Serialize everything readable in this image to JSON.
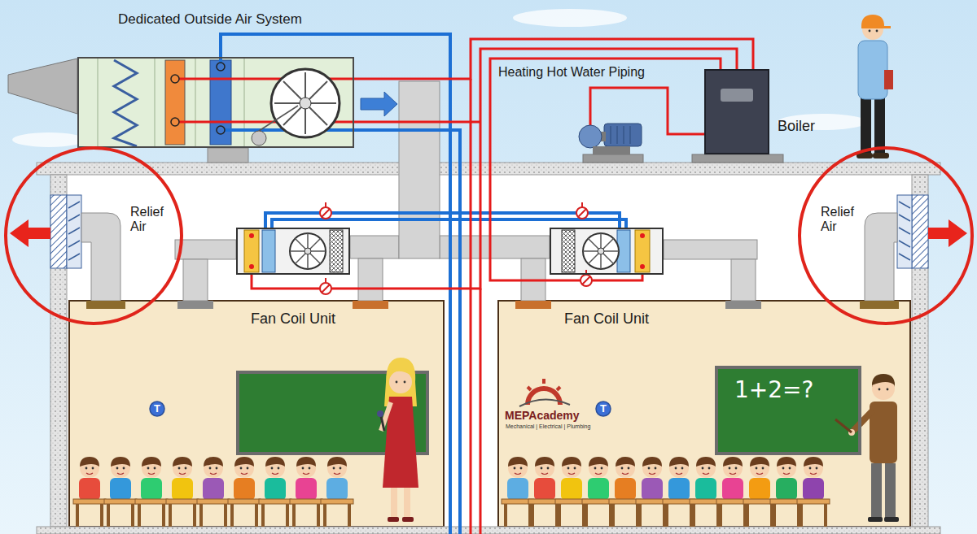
{
  "diagram": {
    "nodes": [
      {
        "text": [
          "Dedicated Outside Air System"
        ]
      },
      {
        "text": [
          "Boiler"
        ]
      },
      {
        "text": [
          "Relief Air"
        ]
      },
      {
        "text": [
          "Fan Coil Unit"
        ]
      },
      {
        "text": [
          "Fan Coil Unit"
        ]
      },
      {
        "text": [
          "Relief Air"
        ]
      },
      {
        "text": [
          "T"
        ]
      },
      {
        "text": [
          "T"
        ]
      },
      {
        "text": [
          "1+2=?"
        ]
      }
    ],
    "edges": [
      {
        "from": 1,
        "to": 0,
        "arrow": "none"
      },
      {
        "from": 1,
        "to": 3,
        "arrow": "none"
      },
      {
        "from": 1,
        "to": 4,
        "arrow": "none"
      }
    ],
    "labels": [
      "Heating Hot Water Piping",
      "MEPAcademy",
      "Mechanical | Electrical | Plumbing"
    ]
  }
}
